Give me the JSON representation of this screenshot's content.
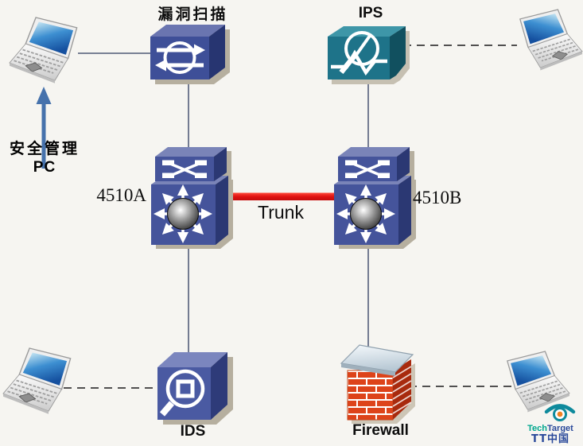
{
  "background_color": "#f6f5f1",
  "nodes": {
    "mgmt_laptop": {
      "icon": "laptop-icon",
      "label_line1": "安全管理",
      "label_line2": "PC"
    },
    "scanner": {
      "icon": "circle-arrows-box-icon",
      "label": "漏洞扫描",
      "color": "#3E4F98"
    },
    "ips": {
      "icon": "magnifier-pulse-box-icon",
      "label": "IPS",
      "color": "#1E7389"
    },
    "switch_a": {
      "icon": "multilayer-switch-icon",
      "label": "4510A",
      "color": "#45549B"
    },
    "switch_b": {
      "icon": "multilayer-switch-icon",
      "label": "4510B",
      "color": "#45549B"
    },
    "ids": {
      "icon": "magnifier-square-cube-icon",
      "label": "IDS",
      "color": "#4A5AA2"
    },
    "firewall": {
      "icon": "brick-wall-icon",
      "label": "Firewall",
      "color": "#DD431A"
    },
    "laptop_top_right": {
      "icon": "laptop-icon"
    },
    "laptop_bottom_left": {
      "icon": "laptop-icon"
    },
    "laptop_bottom_right": {
      "icon": "laptop-icon"
    }
  },
  "links": {
    "trunk": {
      "label": "Trunk",
      "color": "#E01212",
      "style": "thick-red",
      "endpoints": "4510A-4510B"
    },
    "solid": [
      "mgmt_laptop-scanner",
      "scanner-4510A",
      "ips-4510B",
      "4510A-ids",
      "4510B-firewall"
    ],
    "dashed": [
      "ips-laptop_top_right",
      "laptop_bottom_left-ids",
      "firewall-laptop_bottom_right"
    ],
    "arrow": {
      "from": "mgmt_pc_label",
      "to": "mgmt_laptop",
      "color": "#4672AC"
    }
  },
  "branding": {
    "logo_icon": "techtarget-eye-icon",
    "name_part1": "Tech",
    "name_part2": "Target",
    "line2": "TT中国",
    "color_part1": "#00A78E",
    "color_part2": "#2B4A9B"
  }
}
